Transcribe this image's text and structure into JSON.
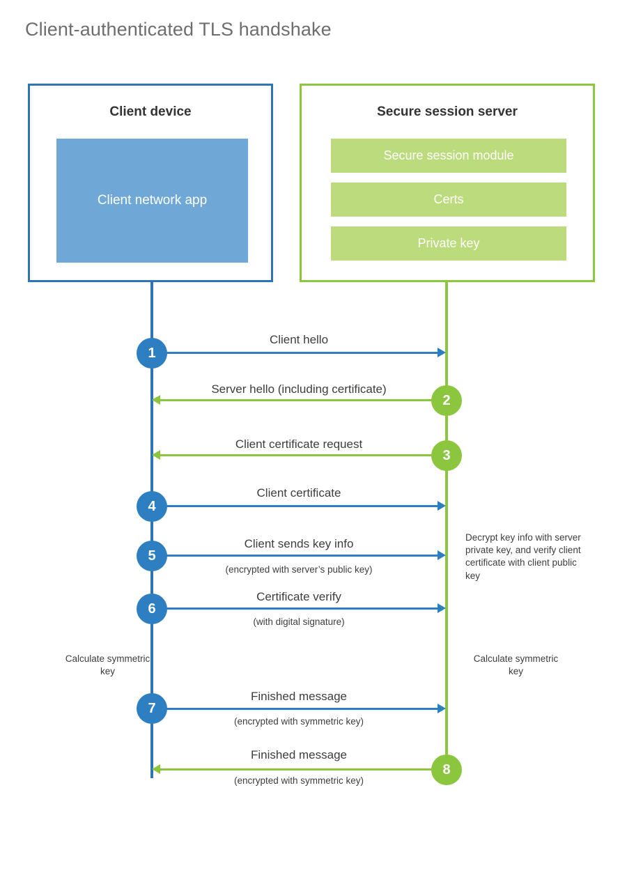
{
  "title": "Client-authenticated TLS handshake",
  "colors": {
    "client_blue": "#2E75B6",
    "client_app_fill": "#6FA8D7",
    "server_green": "#8CC63F",
    "server_row_fill": "#BCDB7C",
    "step_blue": "#2E7FC1",
    "title_gray": "#6E6E6E",
    "text_dark": "#3D3D3D"
  },
  "actors": {
    "client": {
      "title": "Client device",
      "blocks": [
        {
          "label": "Client network app"
        }
      ]
    },
    "server": {
      "title": "Secure session server",
      "blocks": [
        {
          "label": "Secure session module"
        },
        {
          "label": "Certs"
        },
        {
          "label": "Private key"
        }
      ]
    }
  },
  "steps": [
    {
      "number": "1",
      "label": "Client hello",
      "sub": "",
      "direction": "client-to-server",
      "color": "blue"
    },
    {
      "number": "2",
      "label": "Server hello (including certificate)",
      "sub": "",
      "direction": "server-to-client",
      "color": "green"
    },
    {
      "number": "3",
      "label": "Client certificate request",
      "sub": "",
      "direction": "server-to-client",
      "color": "green"
    },
    {
      "number": "4",
      "label": "Client certificate",
      "sub": "",
      "direction": "client-to-server",
      "color": "blue"
    },
    {
      "number": "5",
      "label": "Client sends key info",
      "sub": "(encrypted with server’s public key)",
      "direction": "client-to-server",
      "color": "blue"
    },
    {
      "number": "6",
      "label": "Certificate verify",
      "sub": "(with digital signature)",
      "direction": "client-to-server",
      "color": "blue"
    },
    {
      "number": "7",
      "label": "Finished message",
      "sub": "(encrypted with symmetric key)",
      "direction": "client-to-server",
      "color": "blue"
    },
    {
      "number": "8",
      "label": "Finished message",
      "sub": "(encrypted with symmetric key)",
      "direction": "server-to-client",
      "color": "green"
    }
  ],
  "annotations": {
    "server_decrypt": "Decrypt key info with server private key, and verify client certificate with client public key",
    "client_calculate": "Calculate symmetric key",
    "server_calculate": "Calculate symmetric key"
  }
}
